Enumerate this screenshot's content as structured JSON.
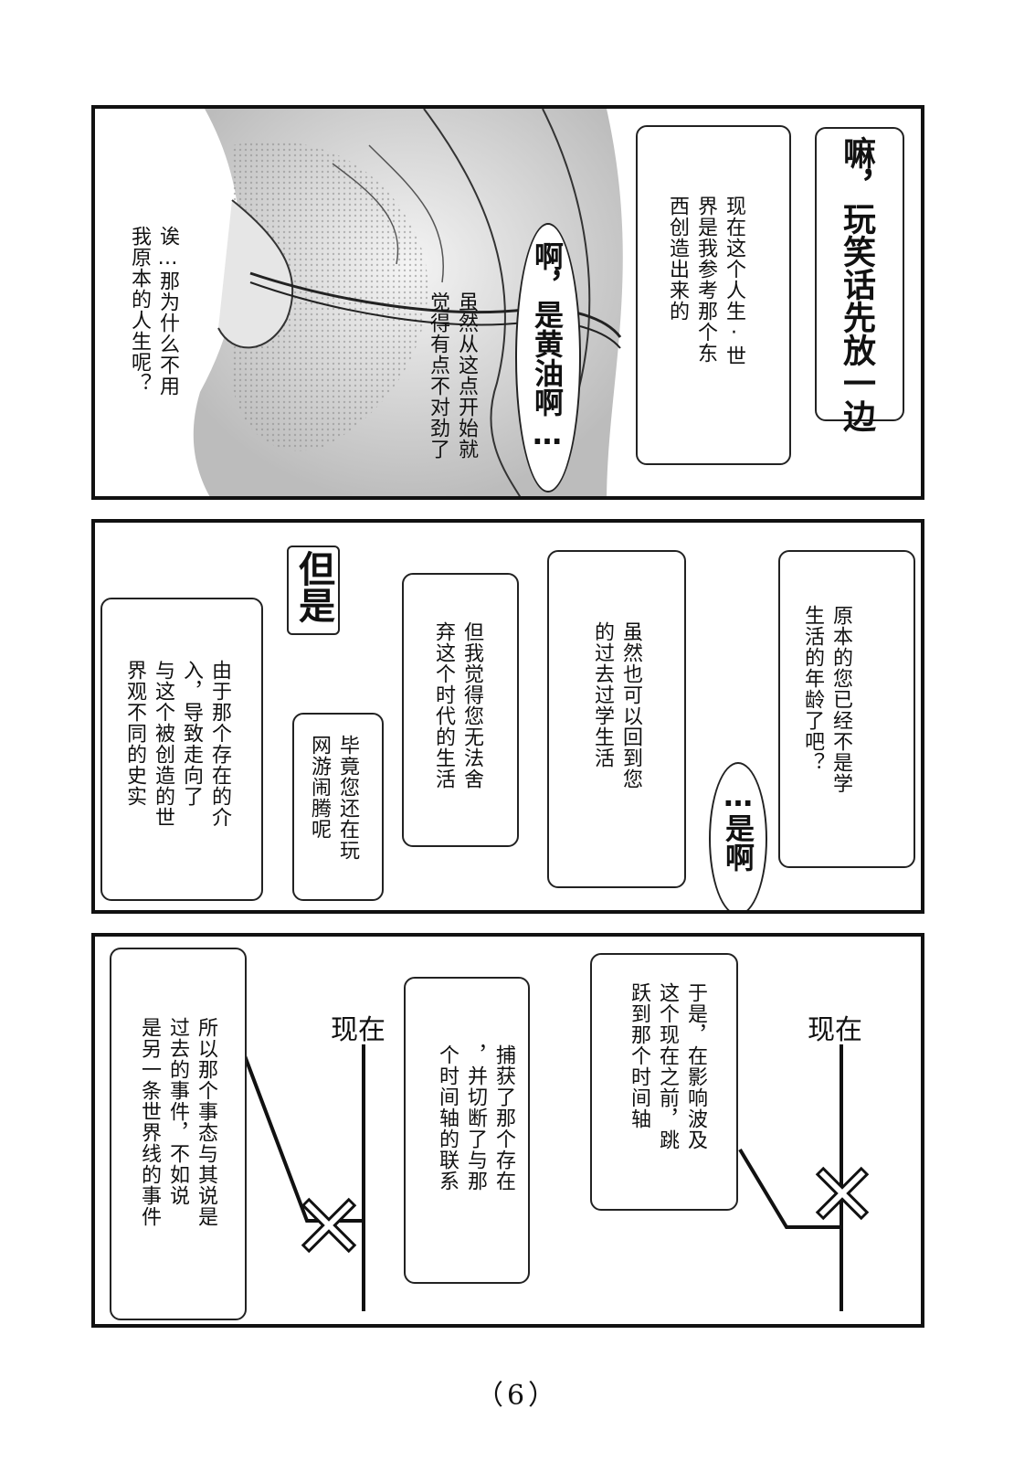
{
  "page_number": "（6）",
  "panel1": {
    "b1": "嘛，玩笑话先放一边",
    "b2": "现在这个人生·世\n界是我参考那个东\n西创造出来的",
    "b3": "啊，是黄油啊…",
    "b4": "虽然从这点开始就\n觉得有点不对劲了",
    "b5": "诶…那为什么不用\n我原本的人生呢？"
  },
  "panel2": {
    "b1": "原本的您已经不是学\n生活的年龄了吧？",
    "b2": "…是啊",
    "b3": "虽然也可以回到您\n的过去过学生活",
    "b4": "但我觉得您无法舍\n弃这个时代的生活",
    "b5": "但是",
    "b6": "毕竟您还在玩\n网游闹腾呢",
    "b7": "由于那个存在的介\n入，导致走向了\n与这个被创造的世\n界观不同的史实"
  },
  "panel3": {
    "b1": "于是，在影响波及\n这个现在之前，跳\n跃到那个时间轴",
    "label_right": "现在",
    "b2": "捕获了那个存在\n，并切断了与那\n个时间轴的联系",
    "label_left": "现在",
    "b3": "所以那个事态与其说是\n过去的事件，不如说\n是另一条世界线的事件"
  }
}
